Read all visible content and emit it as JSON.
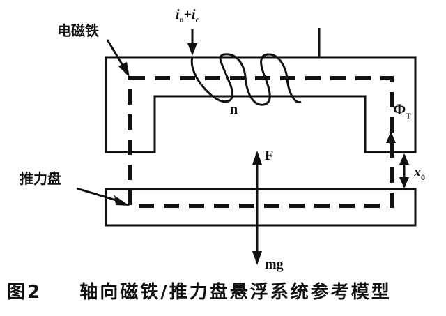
{
  "labels": {
    "electromagnet": "电磁铁",
    "thrust_disk": "推力盘",
    "current_i": "i",
    "current_o_sub": "o",
    "plus": "+",
    "current_c": "i",
    "current_c_sub": "c",
    "coil_turns": "n",
    "flux_symbol": "Φ",
    "flux_sub": "T",
    "force": "F",
    "gravity": "mg",
    "gap_symbol": "x",
    "gap_sub": "0"
  },
  "caption": {
    "figure_no": "图2",
    "title": "轴向磁铁/推力盘悬浮系统参考模型"
  }
}
